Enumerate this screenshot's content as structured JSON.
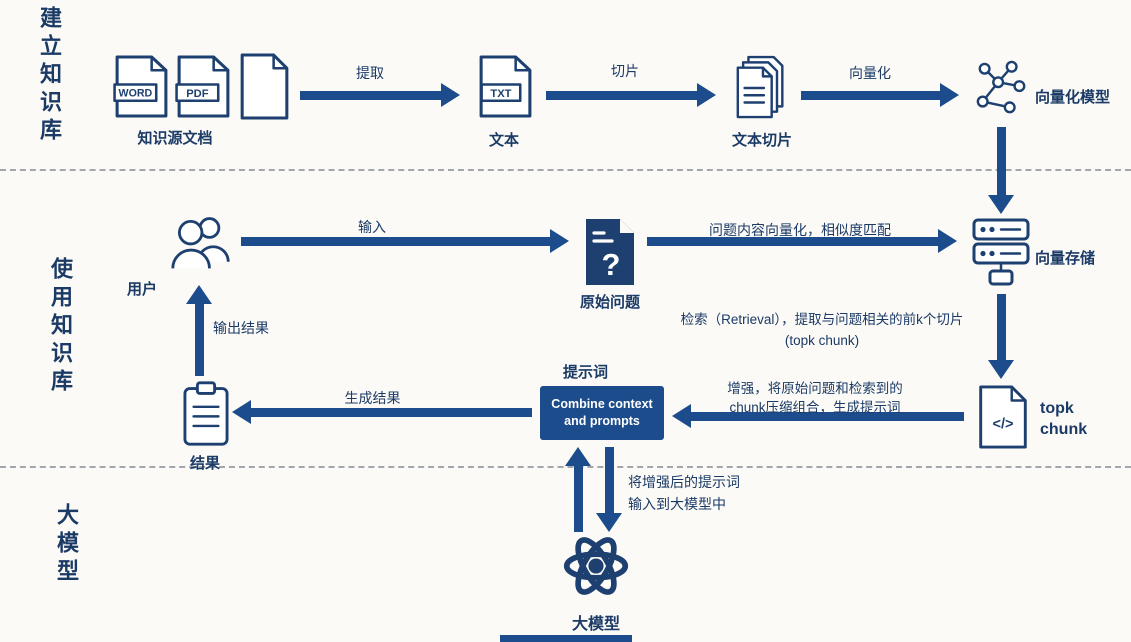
{
  "colors": {
    "navy": "#1b3a66",
    "icon": "#1e4070",
    "arrow": "#1d4c8c",
    "box": "#1d4c8c",
    "bg": "#fbfaf6"
  },
  "sections": {
    "build": {
      "label": "建立知识库",
      "word_badge": "WORD",
      "pdf_badge": "PDF",
      "source_docs": "知识源文档",
      "extract": "提取",
      "txt_badge": "TXT",
      "text": "文本",
      "slice": "切片",
      "chunks": "文本切片",
      "vectorize": "向量化",
      "vector_model": "向量化模型"
    },
    "use": {
      "label": "使用知识库",
      "user": "用户",
      "input": "输入",
      "question_mark": "?",
      "question": "原始问题",
      "similarity": "问题内容向量化，相似度匹配",
      "vector_store": "向量存储",
      "retrieval_line1": "检索（Retrieval），提取与问题相关的前k个切片",
      "retrieval_line2": "(topk chunk)",
      "chunk_glyph": "</>",
      "chunk_line1": "topk",
      "chunk_line2": "chunk",
      "augment_line1": "增强，将原始问题和检索到的",
      "augment_line2": "chunk压缩组合，生成提示词",
      "prompt": "提示词",
      "combine_line1": "Combine context",
      "combine_line2": "and prompts",
      "generate": "生成结果",
      "result": "结果",
      "output": "输出结果"
    },
    "model": {
      "label": "大模型",
      "to_model_line1": "将增强后的提示词",
      "to_model_line2": "输入到大模型中",
      "llm": "大模型"
    }
  }
}
